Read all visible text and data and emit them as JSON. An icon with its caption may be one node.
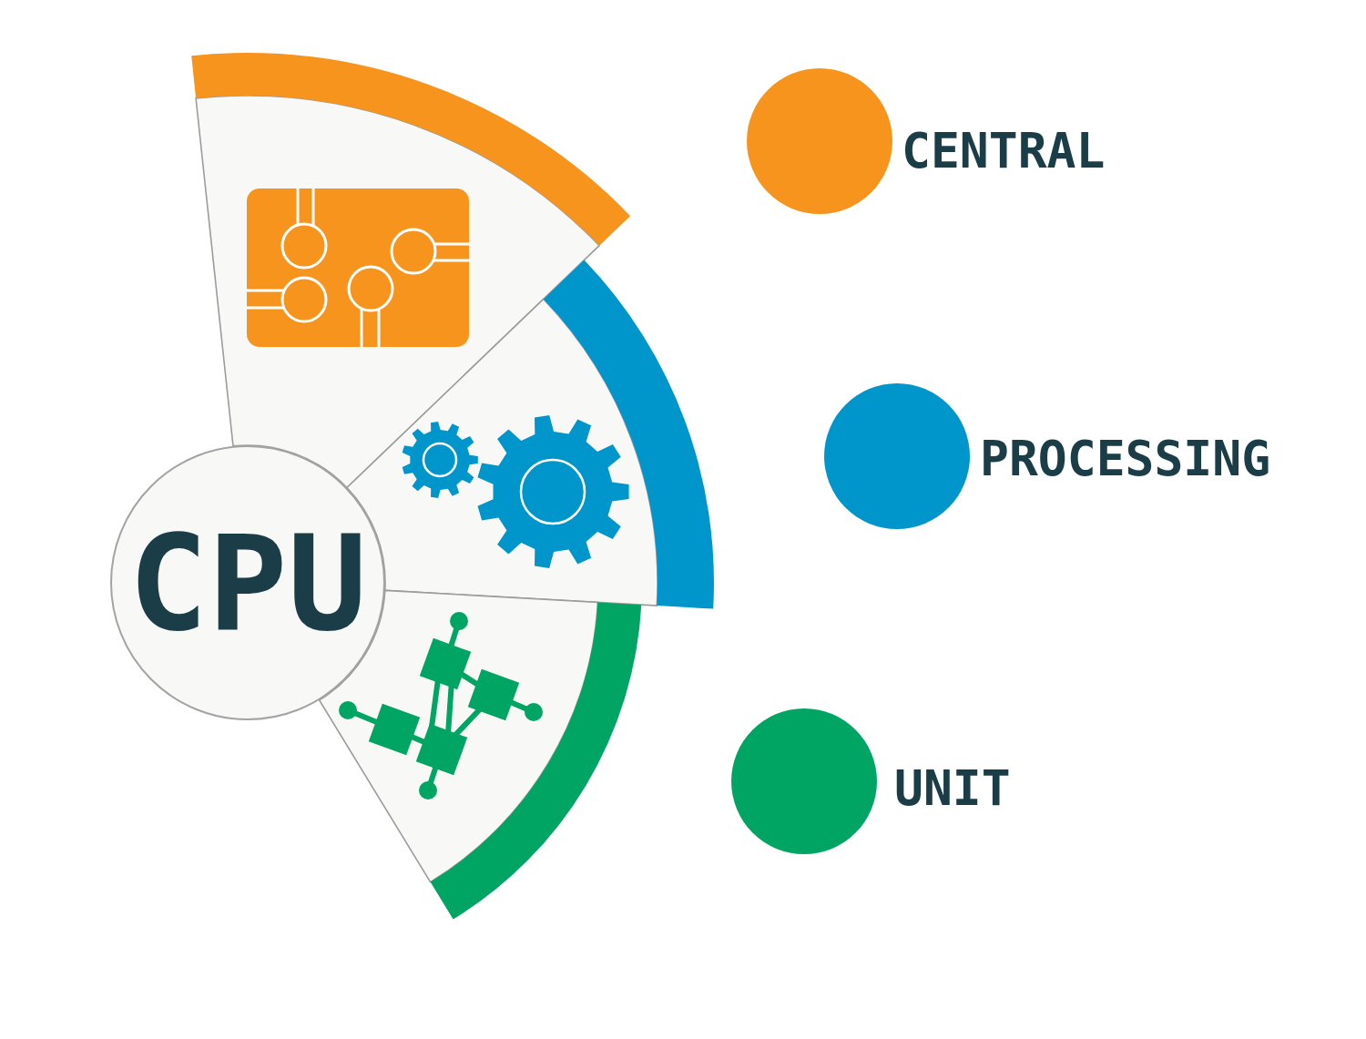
{
  "diagram": {
    "nodes": [
      {
        "text": [
          "CPU"
        ]
      },
      {
        "text": [],
        "shape": "sector"
      },
      {
        "text": [],
        "shape": "sector"
      },
      {
        "text": [],
        "shape": "sector"
      }
    ],
    "legend": [
      {
        "text": "CENTRAL",
        "color": "#f7941d"
      },
      {
        "text": "PROCESSING",
        "color": "#0096cc"
      },
      {
        "text": "UNIT",
        "color": "#00a463"
      }
    ]
  }
}
